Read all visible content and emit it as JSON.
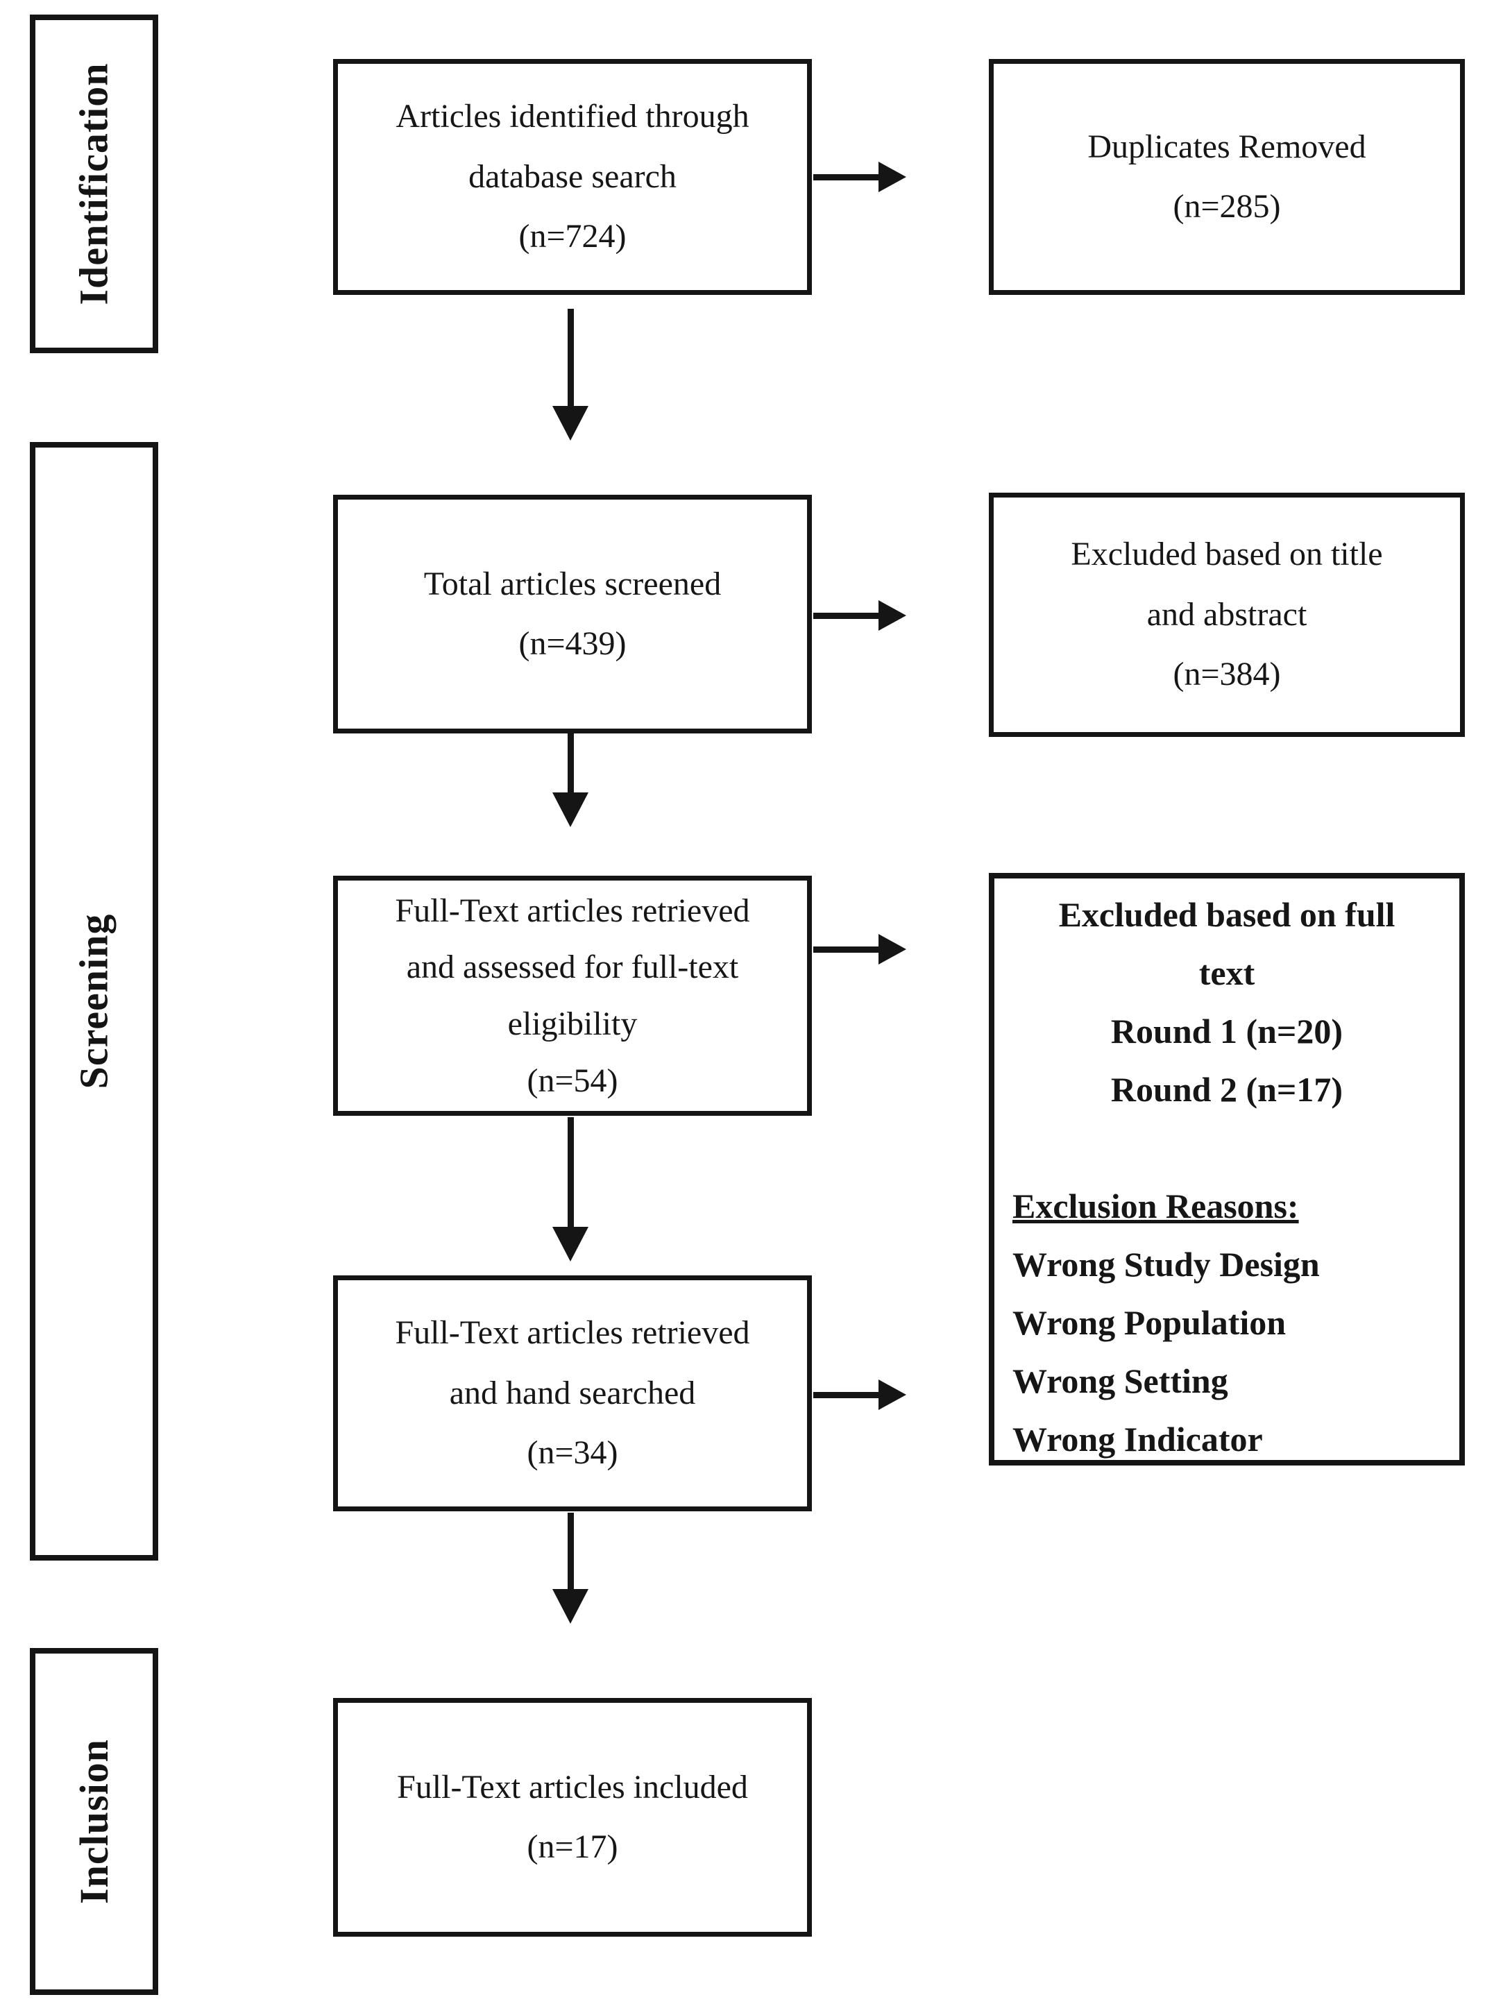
{
  "colors": {
    "border": "#151515",
    "text": "#161616",
    "background": "#ffffff"
  },
  "sidebar": {
    "identification": "Identification",
    "screening": "Screening",
    "inclusion": "Inclusion"
  },
  "flow": {
    "identified": "Articles identified through\ndatabase search\n(n=724)",
    "screened": "Total articles screened\n(n=439)",
    "fulltext_assessed": "Full-Text articles retrieved\nand assessed for full-text\neligibility\n(n=54)",
    "hand_searched": "Full-Text articles retrieved\nand hand searched\n(n=34)",
    "included": "Full-Text articles included\n(n=17)"
  },
  "excluded": {
    "duplicates": "Duplicates Removed\n(n=285)",
    "title_abstract": "Excluded based on title\nand abstract\n(n=384)",
    "fulltext_header": "Excluded based on full\ntext\nRound 1 (n=20)\nRound 2 (n=17)",
    "reasons_heading": "Exclusion Reasons:",
    "reasons": "Wrong Study Design\nWrong Population\nWrong Setting\nWrong Indicator"
  },
  "counts": {
    "identified": 724,
    "duplicates_removed": 285,
    "screened": 439,
    "excluded_title_abstract": 384,
    "fulltext_assessed": 54,
    "excluded_round1": 20,
    "excluded_round2": 17,
    "hand_searched": 34,
    "included": 17
  }
}
